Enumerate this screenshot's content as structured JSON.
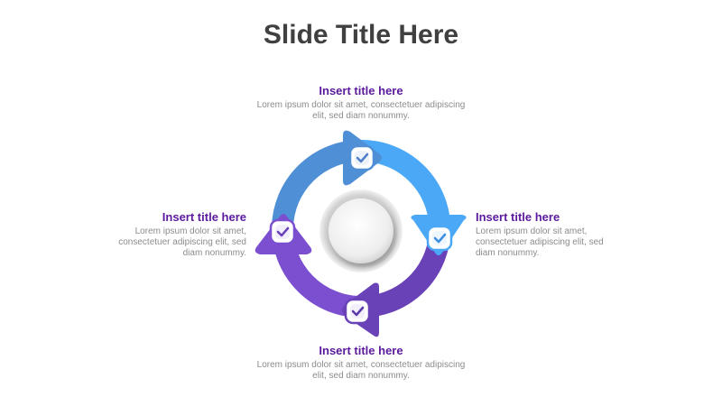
{
  "slide": {
    "title": "Slide Title Here"
  },
  "items": {
    "top": {
      "title": "Insert title here",
      "desc": "Lorem ipsum dolor sit amet, consectetuer adipiscing elit, sed diam nonummy."
    },
    "right": {
      "title": "Insert title here",
      "desc": "Lorem ipsum dolor sit amet, consectetuer adipiscing elit, sed diam nonummy."
    },
    "bottom": {
      "title": "Insert title here",
      "desc": "Lorem ipsum dolor sit amet, consectetuer adipiscing elit, sed diam nonummy."
    },
    "left": {
      "title": "Insert title here",
      "desc": "Lorem ipsum dolor sit amet, consectetuer adipiscing elit, sed diam nonummy."
    }
  },
  "colors": {
    "top_left_arc": "#4f8fd6",
    "top_right_arc": "#4aa8f7",
    "bottom_right_arc": "#6a42b8",
    "bottom_left_arc": "#7b4fd0",
    "title_text": "#5a1a9e",
    "check_mark": "#5a3aa8"
  },
  "icons": [
    "check-icon",
    "check-icon",
    "check-icon",
    "check-icon"
  ]
}
